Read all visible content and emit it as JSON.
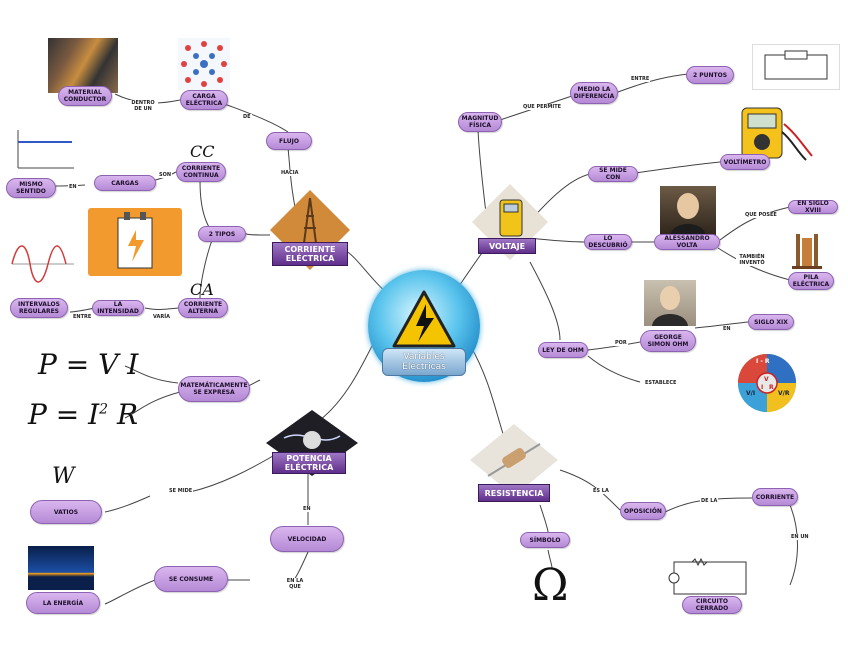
{
  "center": {
    "title_line1": "Variables",
    "title_line2": "Eléctricas"
  },
  "topics": {
    "corriente": "CORRIENTE ELÉCTRICA",
    "voltaje": "VOLTAJE",
    "potencia": "POTENCIA ELÉCTRICA",
    "resistencia": "RESISTENCIA"
  },
  "nodes": {
    "material_conductor": "MATERIAL CONDUCTOR",
    "carga_electrica": "CARGA ELÉCTRICA",
    "flujo": "FLUJO",
    "corriente_continua": "CORRIENTE CONTINUA",
    "cargas": "CARGAS",
    "mismo_sentido": "MISMO SENTIDO",
    "dos_tipos": "2 TIPOS",
    "corriente_alterna": "CORRIENTE ALTERNA",
    "la_intensidad": "LA INTENSIDAD",
    "intervalos_regulares": "INTERVALOS REGULARES",
    "magnitud_fisica": "MAGNITUD FÍSICA",
    "medio_diferencia": "MEDIO LA DIFERENCIA",
    "dos_puntos": "2 PUNTOS",
    "se_mide_con": "SE MIDE CON",
    "voltimetro": "VOLTÍMETRO",
    "lo_descubrio": "LO DESCUBRIÓ",
    "alessandro_volta": "ALESSANDRO VOLTA",
    "en_siglo_xviii": "EN SIGLO XVIII",
    "pila_electrica": "PILA ELÉCTRICA",
    "ley_de_ohm": "LEY DE OHM",
    "george_simon_ohm": "GEORGE SIMON OHM",
    "siglo_xix": "SIGLO XIX",
    "matematicamente": "MATEMÁTICAMENTE SE EXPRESA",
    "vatios": "VATIOS",
    "velocidad": "VELOCIDAD",
    "se_consume": "SE CONSUME",
    "la_energia": "LA ENERGÍA",
    "oposicion": "OPOSICIÓN",
    "corriente": "CORRIENTE",
    "simbolo": "SÍMBOLO",
    "circuito_cerrado": "CIRCUITO CERRADO"
  },
  "connectors": {
    "dentro_de_un": "DENTRO DE UN",
    "de": "DE",
    "hacia": "HACIA",
    "en": "EN",
    "son": "SON",
    "varia": "VARÍA",
    "entre": "ENTRE",
    "que_permite": "QUE PERMITE",
    "que_posee": "QUE POSEE",
    "tambien_invento": "TAMBIÉN INVENTÓ",
    "por": "POR",
    "establece": "ESTABLECE",
    "se_mide": "SE MIDE",
    "en2": "EN",
    "en_la_que": "EN LA QUE",
    "es_la": "ES LA",
    "de_la": "DE LA",
    "en_un": "EN UN"
  },
  "formulas": {
    "f1": "P = V I",
    "f2_left": "P = I",
    "f2_exp": "2",
    "f2_right": " R",
    "watt": "W",
    "cc": "CC",
    "ca": "CA",
    "omega": "Ω"
  },
  "ohm_triangle": {
    "top": "I - R",
    "v": "V",
    "i": "I",
    "r": "R",
    "left": "V/I",
    "right": "V/R"
  },
  "colors": {
    "node_fill": "#c9a3e4",
    "banner": "#6b3a96",
    "center": "#2ea0dc",
    "warning": "#f4c400"
  },
  "icons": [
    "lightning-warning-icon",
    "multimeter-icon",
    "resistor-icon",
    "plasma-icon",
    "power-tower-icon"
  ]
}
